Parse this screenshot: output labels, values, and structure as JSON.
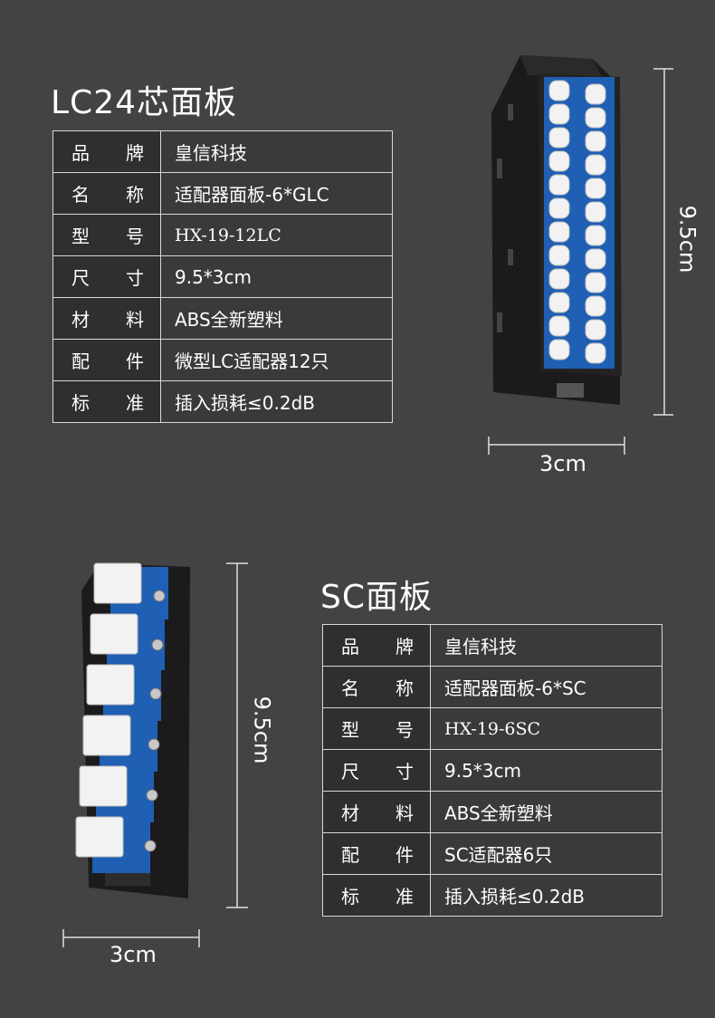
{
  "lc": {
    "title": "LC24芯面板",
    "rows": [
      {
        "label_a": "品",
        "label_b": "牌",
        "value": "皇信科技"
      },
      {
        "label_a": "名",
        "label_b": "称",
        "value": "适配器面板-6*GLC"
      },
      {
        "label_a": "型",
        "label_b": "号",
        "value": "HX-19-12LC"
      },
      {
        "label_a": "尺",
        "label_b": "寸",
        "value": "9.5*3cm"
      },
      {
        "label_a": "材",
        "label_b": "料",
        "value": "ABS全新塑料"
      },
      {
        "label_a": "配",
        "label_b": "件",
        "value": "微型LC适配器12只"
      },
      {
        "label_a": "标",
        "label_b": "准",
        "value": "插入损耗≤0.2dB"
      }
    ],
    "height_label": "9.5cm",
    "width_label": "3cm"
  },
  "sc": {
    "title": "SC面板",
    "rows": [
      {
        "label_a": "品",
        "label_b": "牌",
        "value": "皇信科技"
      },
      {
        "label_a": "名",
        "label_b": "称",
        "value": "适配器面板-6*SC"
      },
      {
        "label_a": "型",
        "label_b": "号",
        "value": "HX-19-6SC"
      },
      {
        "label_a": "尺",
        "label_b": "寸",
        "value": "9.5*3cm"
      },
      {
        "label_a": "材",
        "label_b": "料",
        "value": "ABS全新塑料"
      },
      {
        "label_a": "配",
        "label_b": "件",
        "value": "SC适配器6只"
      },
      {
        "label_a": "标",
        "label_b": "准",
        "value": "插入损耗≤0.2dB"
      }
    ],
    "height_label": "9.5cm",
    "width_label": "3cm"
  },
  "colors": {
    "background": "#434343",
    "adapter_blue": "#1f5fb4",
    "panel_black": "#1b1b1b",
    "cap_white": "#f2f2f2"
  }
}
